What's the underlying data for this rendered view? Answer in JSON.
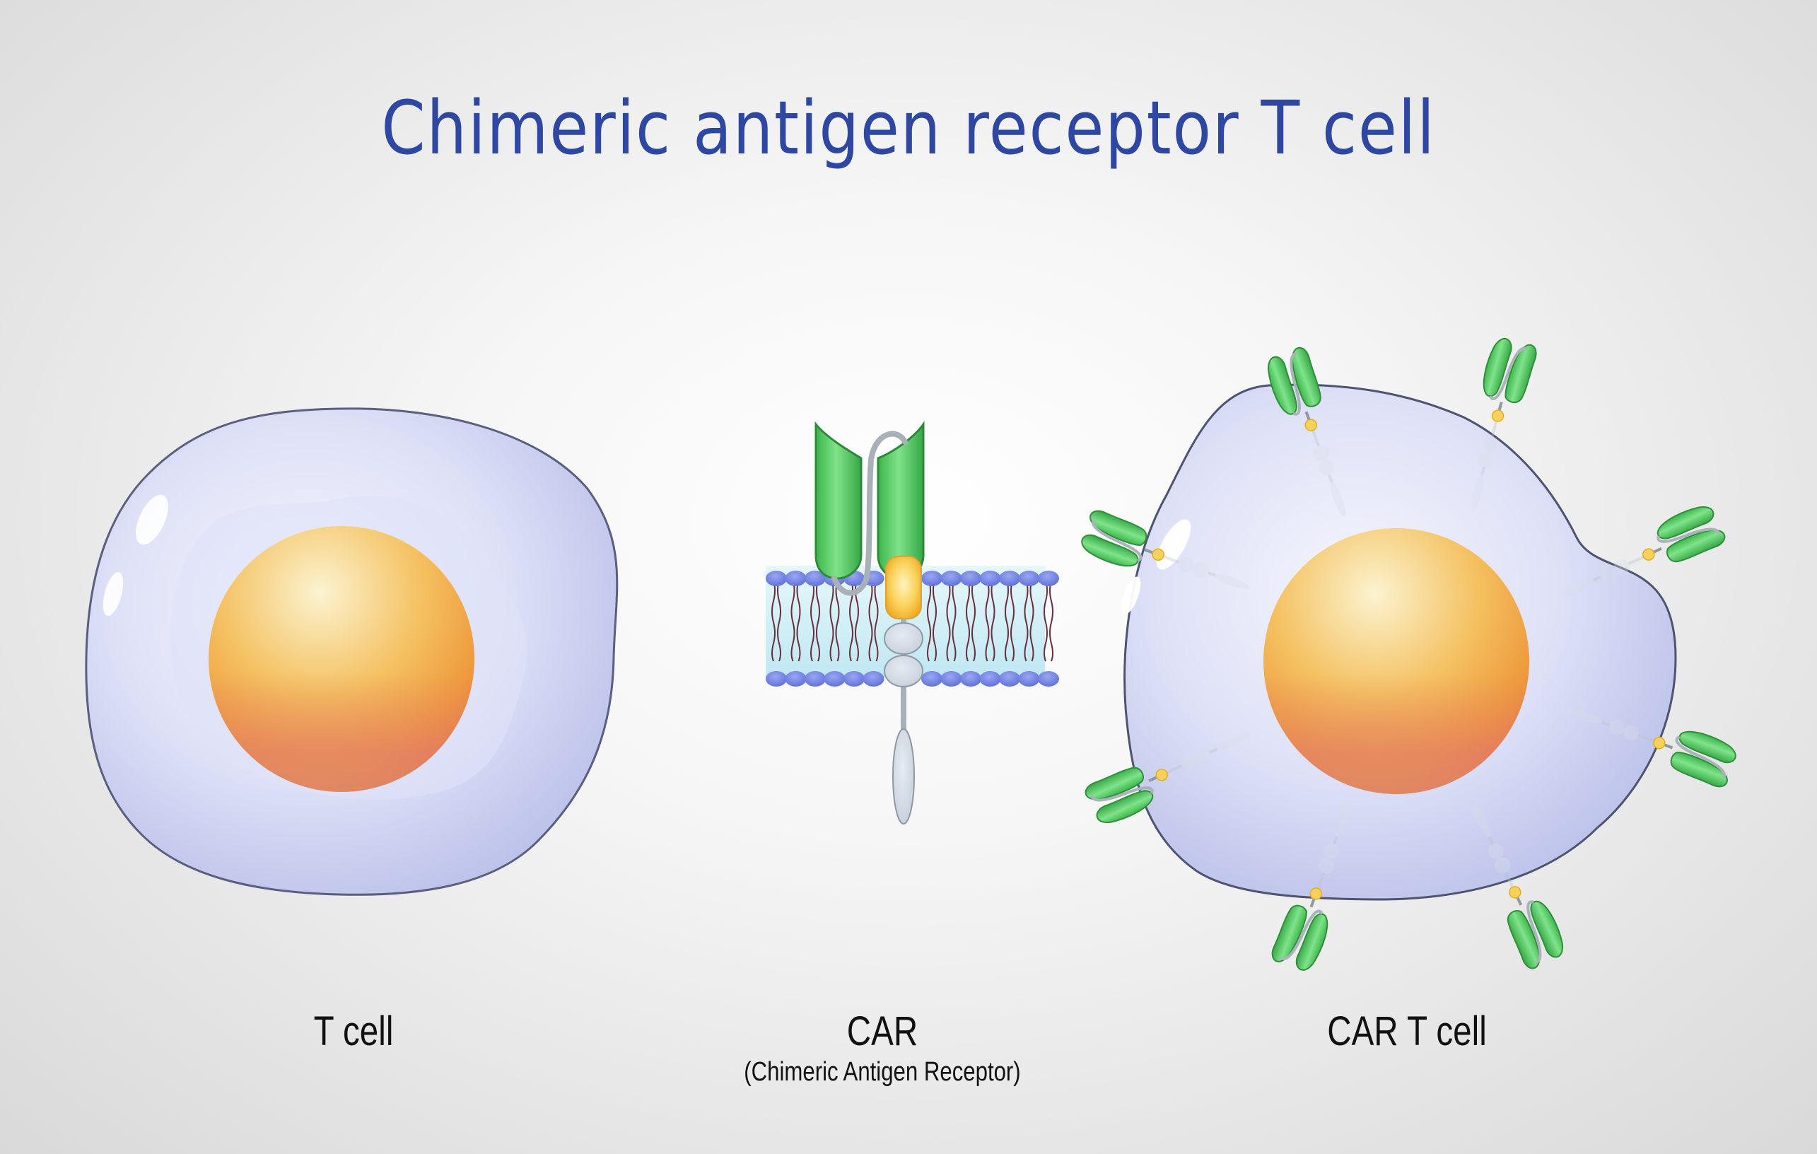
{
  "title": "Chimeric antigen receptor T cell",
  "panels": {
    "t_cell": {
      "label": "T cell"
    },
    "car": {
      "label": "CAR",
      "sublabel": "(Chimeric Antigen Receptor)"
    },
    "car_t_cell": {
      "label": "CAR T cell",
      "receptor_count": 8
    }
  },
  "colors": {
    "title": "#2e47a3",
    "cytoplasm": "#c9cdf0",
    "nucleus_light": "#fbefc4",
    "nucleus_mid": "#f2a52b",
    "nucleus_dark": "#e26a3a",
    "receptor_green": "#4fcf5e",
    "hinge_yellow": "#f7c03a",
    "lipid_head": "#6f7fe0",
    "membrane_fill": "#cfeef7",
    "signaling_domain": "#d3dbe6"
  }
}
